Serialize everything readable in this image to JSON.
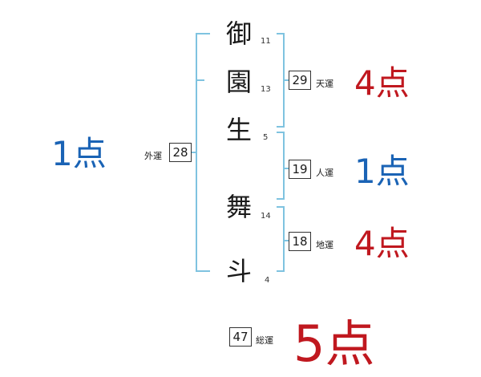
{
  "name_chars": [
    {
      "char": "御",
      "strokes": "11"
    },
    {
      "char": "園",
      "strokes": "13"
    },
    {
      "char": "生",
      "strokes": "5"
    },
    {
      "char": "舞",
      "strokes": "14"
    },
    {
      "char": "斗",
      "strokes": "4"
    }
  ],
  "fortunes": {
    "ten": {
      "label": "天運",
      "value": "29",
      "score": "4点"
    },
    "jin": {
      "label": "人運",
      "value": "19",
      "score": "1点"
    },
    "chi": {
      "label": "地運",
      "value": "18",
      "score": "4点"
    },
    "gai": {
      "label": "外運",
      "value": "28",
      "score": "1点"
    },
    "sou": {
      "label": "総運",
      "value": "47",
      "score": "5点"
    }
  },
  "colors": {
    "bracket": "#7fc3e0",
    "score_red": "#c0181f",
    "score_blue": "#1a63b5"
  }
}
